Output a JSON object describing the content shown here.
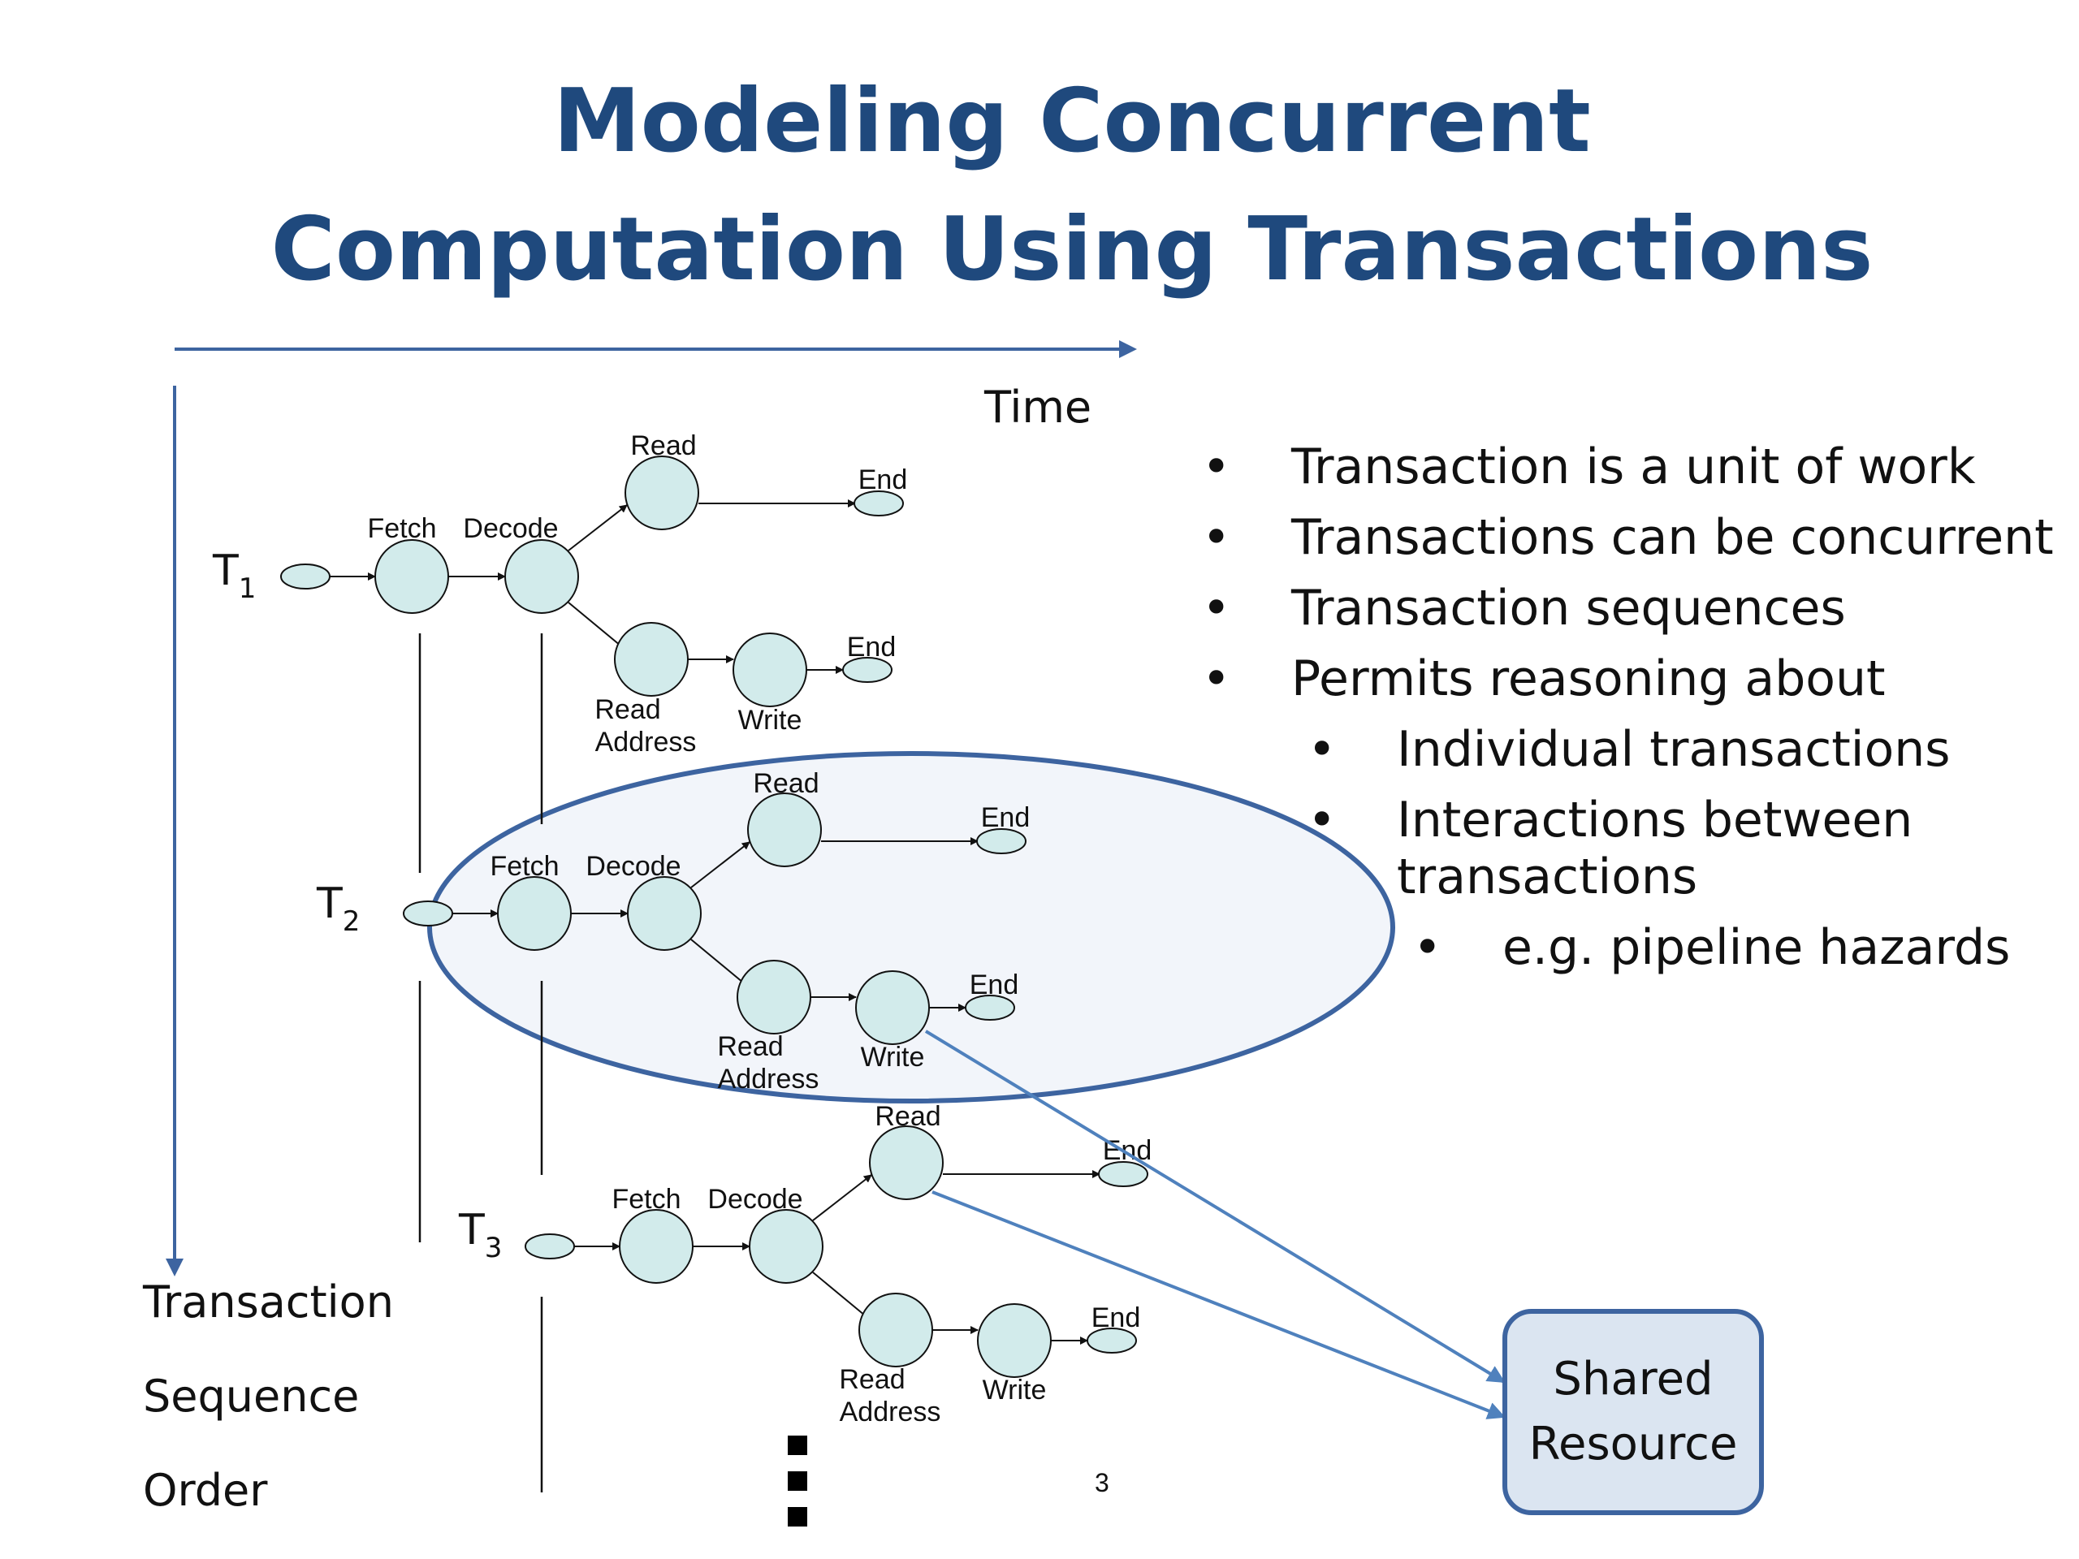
{
  "slide": {
    "title_line1": "Modeling Concurrent",
    "title_line2": "Computation Using Transactions",
    "time_label": "Time",
    "order_label_1": "Transaction",
    "order_label_2": "Sequence",
    "order_label_3": "Order",
    "page_number": "3"
  },
  "bullets": [
    {
      "text": "Transaction is a unit of work",
      "level": 0
    },
    {
      "text": "Transactions can be concurrent",
      "level": 0
    },
    {
      "text": "Transaction sequences",
      "level": 0
    },
    {
      "text": "Permits reasoning about",
      "level": 0
    },
    {
      "text": "Individual transactions",
      "level": 1
    },
    {
      "text": "Interactions between transactions",
      "level": 1
    },
    {
      "text": "e.g. pipeline hazards",
      "level": 2
    }
  ],
  "shared_resource": {
    "line1": "Shared",
    "line2": "Resource"
  },
  "transactions": [
    {
      "name": "T",
      "subscript": "1"
    },
    {
      "name": "T",
      "subscript": "2"
    },
    {
      "name": "T",
      "subscript": "3"
    }
  ],
  "stage_labels": {
    "fetch": "Fetch",
    "decode": "Decode",
    "read": "Read",
    "end": "End",
    "read_address_1": "Read",
    "read_address_2": "Address",
    "write": "Write"
  },
  "colors": {
    "title": "#1f497d",
    "node_fill": "#d2ebeb",
    "axis": "#3d64a0",
    "highlight_fill": "#f2f5fa",
    "connector": "#4f81bd"
  }
}
